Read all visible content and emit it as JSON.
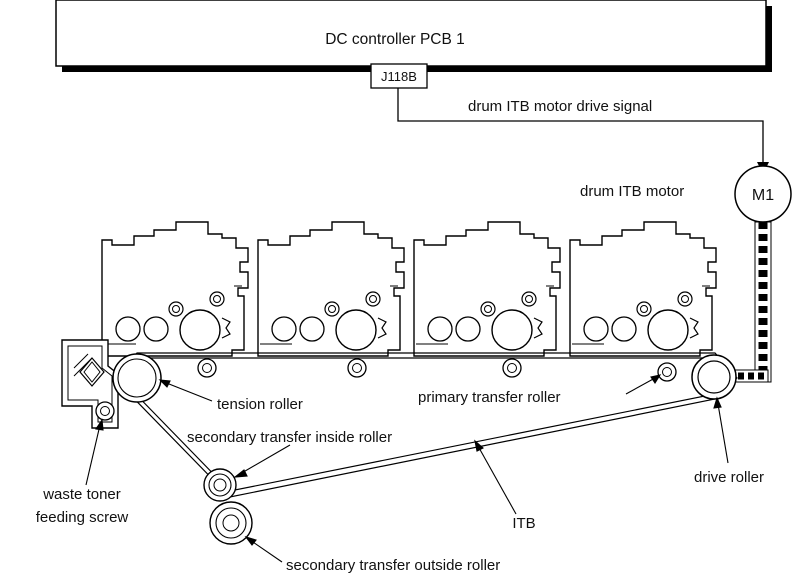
{
  "pcb": {
    "title": "DC controller PCB 1",
    "connector": "J118B"
  },
  "signal": {
    "label": "drum ITB motor drive signal"
  },
  "motor": {
    "label": "drum ITB motor",
    "id": "M1"
  },
  "labels": {
    "tension_roller": "tension roller",
    "primary_transfer_roller": "primary transfer roller",
    "secondary_inside_roller": "secondary transfer inside roller",
    "drive_roller": "drive roller",
    "waste_toner_line1": "waste toner",
    "waste_toner_line2": "feeding screw",
    "itb": "ITB",
    "secondary_outside_roller": "secondary transfer outside roller"
  }
}
